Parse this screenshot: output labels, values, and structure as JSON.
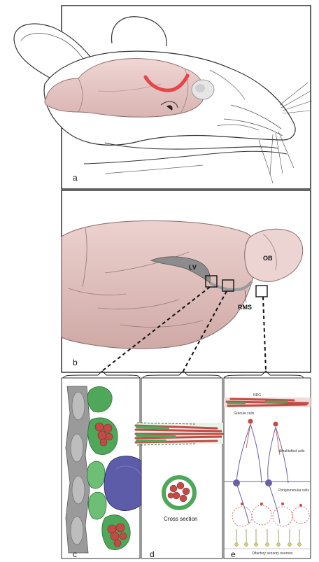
{
  "panels": {
    "a": {
      "label": "a"
    },
    "b": {
      "label": "b",
      "lv": "LV",
      "ob": "OB",
      "rms": "RMS"
    },
    "c": {
      "label": "c"
    },
    "d": {
      "label": "d",
      "cross_section": "Cross section"
    },
    "e": {
      "label": "e",
      "nrg": "NRG",
      "granule": "Granule cells",
      "mitral": "Mitral/tufted cells",
      "periglomerular": "Periglomerular cells",
      "osn": "Olfactory sensory neurons"
    }
  },
  "colors": {
    "brain_pink": "#e6c5c3",
    "red_path": "#e8454a",
    "neuroblast_green": "#4fa85a",
    "cell_red": "#c44a45",
    "astro_blue": "#5c5ca8",
    "ependymal_gray": "#9a9a9a",
    "mitral_purple": "#6a5fa8"
  }
}
